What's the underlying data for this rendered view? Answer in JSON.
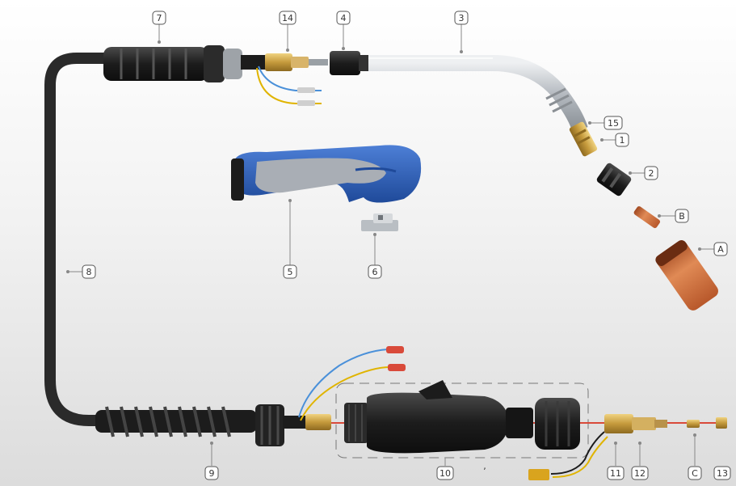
{
  "callouts": [
    {
      "id": "c7",
      "text": "7"
    },
    {
      "id": "c14",
      "text": "14"
    },
    {
      "id": "c4",
      "text": "4"
    },
    {
      "id": "c3",
      "text": "3"
    },
    {
      "id": "c15",
      "text": "15"
    },
    {
      "id": "c1",
      "text": "1"
    },
    {
      "id": "c2",
      "text": "2"
    },
    {
      "id": "cB",
      "text": "B"
    },
    {
      "id": "cA",
      "text": "A"
    },
    {
      "id": "c5",
      "text": "5"
    },
    {
      "id": "c6",
      "text": "6"
    },
    {
      "id": "c8",
      "text": "8"
    },
    {
      "id": "c9",
      "text": "9"
    },
    {
      "id": "c10",
      "text": "10"
    },
    {
      "id": "c11",
      "text": "11"
    },
    {
      "id": "c12",
      "text": "12"
    },
    {
      "id": "cC",
      "text": "C"
    },
    {
      "id": "c13",
      "text": "13"
    }
  ],
  "colors": {
    "cable": "#2a2a2a",
    "rubber": "#1e1e1e",
    "handle_blue": "#2f5fb8",
    "handle_grey": "#a9aeb5",
    "copper": "#c8663a",
    "brass": "#c9a34a",
    "steel": "#c4c8cc",
    "wire_blue": "#4a90d9",
    "wire_yellow": "#e0b400",
    "wire_red": "#d94a3a"
  }
}
